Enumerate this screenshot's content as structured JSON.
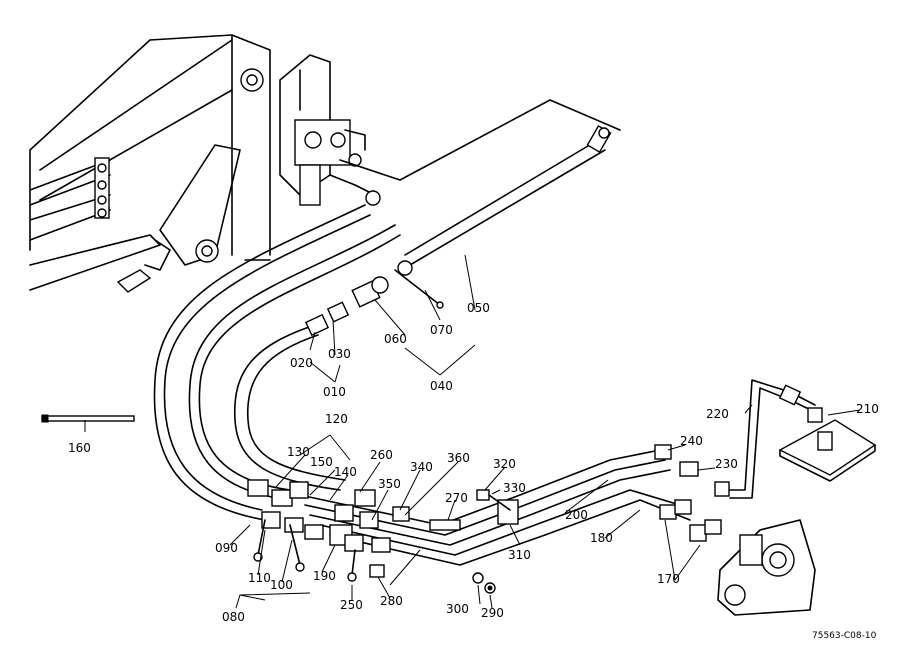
{
  "figure_code": "75563-C08-10",
  "labels": {
    "l010": "010",
    "l020": "020",
    "l030": "030",
    "l040": "040",
    "l050": "050",
    "l060": "060",
    "l070": "070",
    "l080": "080",
    "l090": "090",
    "l100": "100",
    "l110": "110",
    "l120": "120",
    "l130": "130",
    "l140": "140",
    "l150": "150",
    "l160": "160",
    "l170": "170",
    "l180": "180",
    "l190": "190",
    "l200": "200",
    "l210": "210",
    "l220": "220",
    "l230": "230",
    "l240": "240",
    "l250": "250",
    "l260": "260",
    "l270": "270",
    "l280": "280",
    "l290": "290",
    "l300": "300",
    "l310": "310",
    "l320": "320",
    "l330": "330",
    "l340": "340",
    "l350": "350",
    "l360": "360"
  }
}
